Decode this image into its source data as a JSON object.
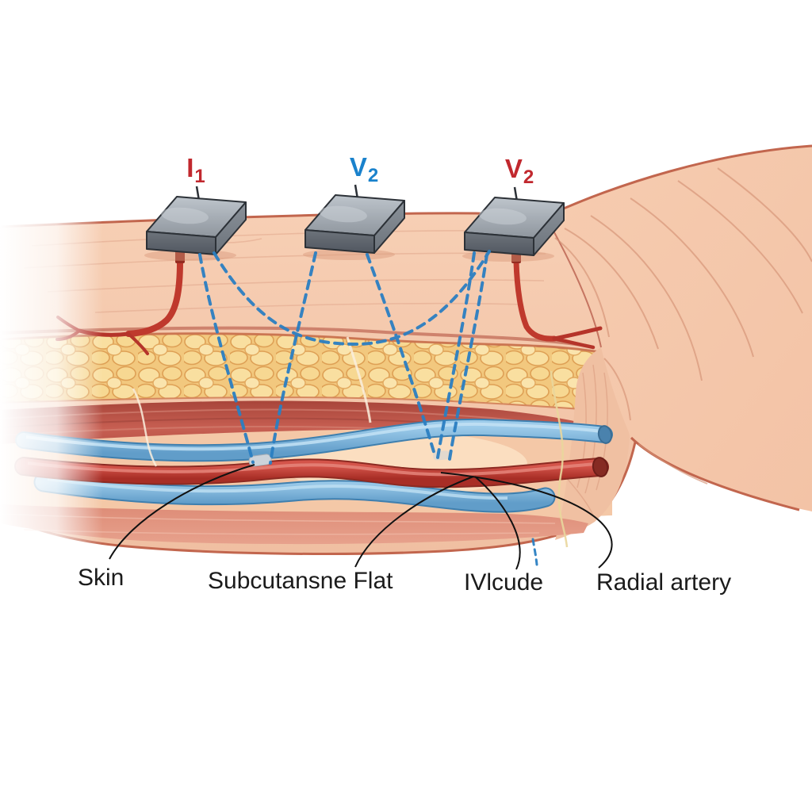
{
  "illustration": {
    "electrodes": [
      {
        "label": "I",
        "subscript": "1",
        "color": "#c1282e"
      },
      {
        "label": "V",
        "subscript": "2",
        "color": "#1a82cc"
      },
      {
        "label": "V",
        "subscript": "2",
        "color": "#c1282e"
      }
    ],
    "anatomy_labels": [
      {
        "id": "skin",
        "text": "Skin"
      },
      {
        "id": "subcutaneous-fat",
        "text": "Subcutansne Flat"
      },
      {
        "id": "muscle",
        "text": "IVlcude"
      },
      {
        "id": "radial-artery",
        "text": "Radial artery"
      }
    ],
    "colors": {
      "label_red": "#c1282e",
      "label_blue": "#1a82cc",
      "dashed_field_line": "#2b7fc2",
      "electrode_top": "#a9b0b8",
      "electrode_front": "#5f666d",
      "wire_red": "#bf392d",
      "skin": "#f4c8ac",
      "skin_outline": "#c2664e",
      "fat": "#f5cf85",
      "muscle": "#b34f44",
      "vein": "#7ab2dc",
      "artery": "#c24036",
      "leader_line": "#111111"
    }
  }
}
